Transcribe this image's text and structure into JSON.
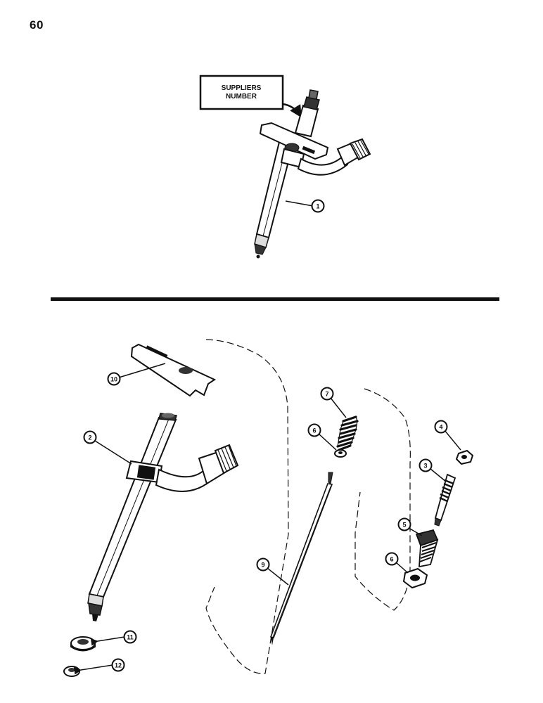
{
  "page": {
    "number": "60"
  },
  "supplier_box": {
    "line1": "SUPPLIERS",
    "line2": "NUMBER"
  },
  "callouts": {
    "c1": "1",
    "c2": "2",
    "c3": "3",
    "c4": "4",
    "c5": "5",
    "c6a": "6",
    "c6b": "6",
    "c7": "7",
    "c9": "9",
    "c10": "10",
    "c11": "11",
    "c12": "12"
  }
}
